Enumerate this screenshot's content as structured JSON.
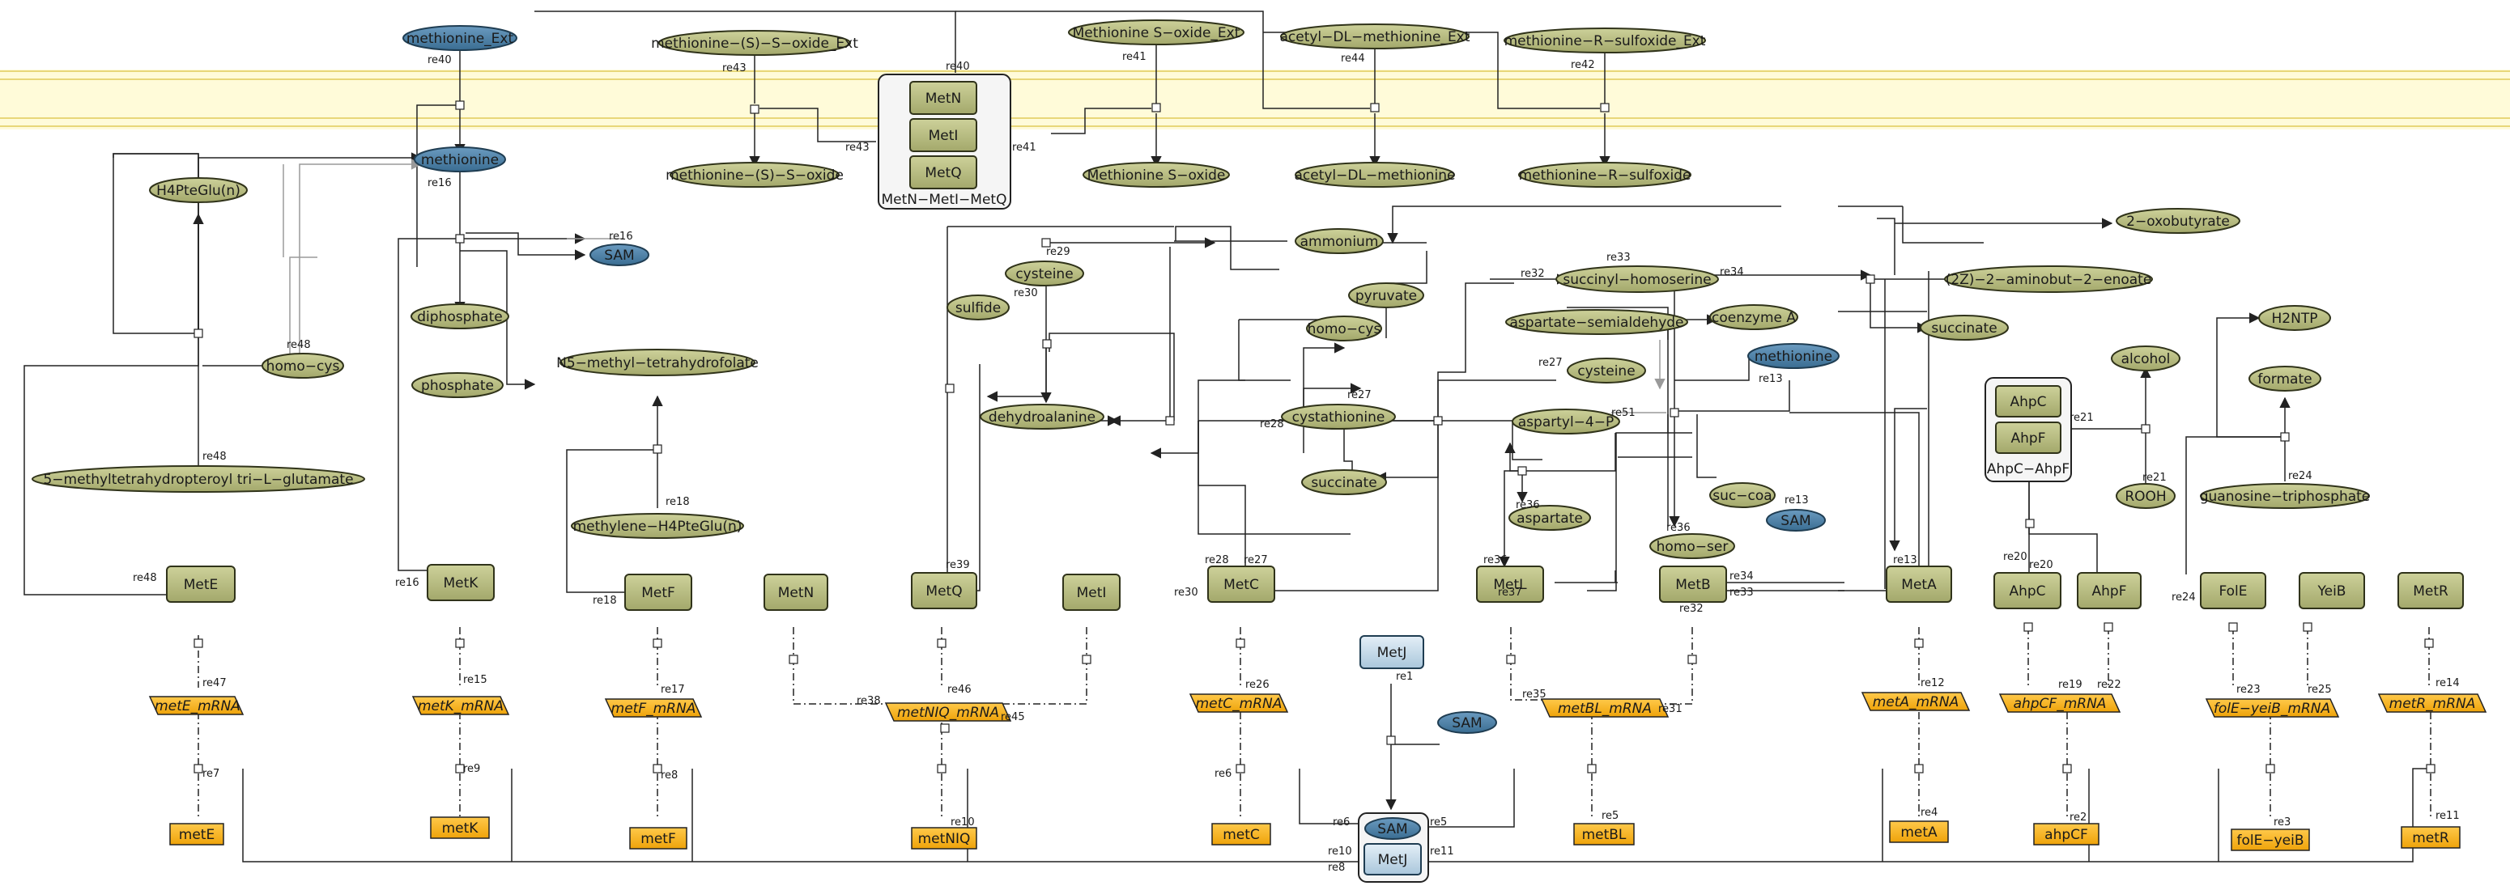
{
  "colors": {
    "olive_fill": "#b9bd82",
    "olive_stroke": "#30331a",
    "blue_fill": "#4a7ea3",
    "blue_stroke": "#1f3d52",
    "light_blue_fill": "#c6dbea",
    "mrna_fill": "#f5b21b",
    "gene_fill": "#f5b21b",
    "band_fill": "#fff8c6",
    "band_line": "#e8d779"
  },
  "species": {
    "methionine_ext": "methionine_Ext",
    "methionine_main": "methionine",
    "methionine_s_sulfoxide_ext": "methionine−(S)−S−oxide_Ext",
    "methionine_s_oxide_ext": "Methionine S−oxide_Ext",
    "acetyl_met_ext": "acetyl−DL−methionine_Ext",
    "met_r_sulfoxide_ext": "methionine−R−sulfoxide_Ext",
    "methionine_s_sulfoxide": "methionine−(S)−S−oxide",
    "methionine_s_oxide": "Methionine S−oxide",
    "acetyl_met": "acetyl−DL−methionine",
    "met_r_sulfoxide": "methionine−R−sulfoxide",
    "h4ptegluN": "H4PteGlu(n)",
    "sam_top": "SAM",
    "diphosphate": "diphosphate",
    "phosphate": "phosphate",
    "homo_cys_left": "homo−cys",
    "methyltetrahydro": "5−methyltetrahydropteroyl tri−L−glutamate",
    "n5_methyl": "N5−methyl−tetrahydrofolate",
    "methylene": "methylene−H4PteGlu(n)",
    "ammonium": "ammonium",
    "cysteine_top": "cysteine",
    "sulfide": "sulfide",
    "pyruvate": "pyruvate",
    "homo_cys_mid": "homo−cys",
    "dehydroalanine": "dehydroalanine",
    "cystathionine": "cystathionine",
    "succinate_mid": "succinate",
    "two_oxobutyrate": "2−oxobutyrate",
    "succinyl_homoserine": "succinyl−homoserine",
    "aminobut": "(2Z)−2−aminobut−2−enoate",
    "succinate_right": "succinate",
    "asp_semialdehyde": "aspartate−semialdehyde",
    "coenzyme_a": "coenzyme A",
    "methionine_right": "methionine",
    "cysteine_right": "cysteine",
    "aspartyl_4p": "aspartyl−4−P",
    "aspartate": "aspartate",
    "suc_coa": "suc−coa",
    "sam_right": "SAM",
    "homo_ser": "homo−ser",
    "alcohol": "alcohol",
    "rooh": "ROOH",
    "h2ntp": "H2NTP",
    "formate": "formate",
    "guanosine_tp": "guanosine−triphosphate",
    "sam_metj": "SAM",
    "sam_complex": "SAM"
  },
  "complexes": {
    "metnmetimetq": {
      "title": "MetN−MetI−MetQ",
      "members": [
        "MetN",
        "MetI",
        "MetQ"
      ]
    },
    "ahpc_ahpf": {
      "title": "AhpC−AhpF",
      "members": [
        "AhpC",
        "AhpF"
      ]
    },
    "sam_metj": {
      "member": "MetJ"
    }
  },
  "proteins": {
    "mete": "MetE",
    "metk": "MetK",
    "metf": "MetF",
    "metn": "MetN",
    "metq": "MetQ",
    "meti": "MetI",
    "metc": "MetC",
    "metj": "MetJ",
    "metl": "MetL",
    "metb": "MetB",
    "meta": "MetA",
    "ahpc": "AhpC",
    "ahpf": "AhpF",
    "fole": "FolE",
    "yeib": "YeiB",
    "metr": "MetR"
  },
  "mrnas": {
    "mete": "metE_mRNA",
    "metk": "metK_mRNA",
    "metf": "metF_mRNA",
    "metniq": "metNIQ_mRNA",
    "metc": "metC_mRNA",
    "metbl": "metBL_mRNA",
    "meta": "metA_mRNA",
    "ahpcf": "ahpCF_mRNA",
    "foleyeib": "folE−yeiB_mRNA",
    "metr": "metR_mRNA"
  },
  "genes": {
    "mete": "metE",
    "metk": "metK",
    "metf": "metF",
    "metniq": "metNIQ",
    "metc": "metC",
    "metbl": "metBL",
    "meta": "metA",
    "ahpcf": "ahpCF",
    "foleyeib": "folE−yeiB",
    "metr": "metR"
  },
  "reactions": {
    "re40": "re40",
    "re43": "re43",
    "re41": "re41",
    "re44": "re44",
    "re42": "re42",
    "re40b": "re40",
    "re43b": "re43",
    "re41b": "re41",
    "re16": "re16",
    "re16b": "re16",
    "re48": "re48",
    "re48b": "re48",
    "re18": "re18",
    "re18b": "re18",
    "re29": "re29",
    "re30": "re30",
    "re27": "re27",
    "re27b": "re27",
    "re28": "re28",
    "re28b": "re28",
    "re32": "re32",
    "re33": "re33",
    "re34": "re34",
    "re27c": "re27",
    "re51": "re51",
    "re36": "re36",
    "re36b": "re36",
    "re13": "re13",
    "re13b": "re13",
    "re13c": "re13",
    "re21": "re21",
    "re21b": "re21",
    "re24": "re24",
    "re24b": "re24",
    "re20": "re20",
    "re39": "re39",
    "re37": "re37",
    "re34b": "re34",
    "re33b": "re33",
    "re32b": "re32",
    "re47": "re47",
    "re15": "re15",
    "re17": "re17",
    "re46": "re46",
    "re38": "re38",
    "re45": "re45",
    "re26": "re26",
    "re35": "re35",
    "re31": "re31",
    "re12": "re12",
    "re19": "re19",
    "re22": "re22",
    "re23": "re23",
    "re25": "re25",
    "re14": "re14",
    "re1": "re1",
    "re7": "re7",
    "re9": "re9",
    "re8": "re8",
    "re10": "re10",
    "re6": "re6",
    "re5": "re5",
    "re5b": "re5",
    "re4": "re4",
    "re2": "re2",
    "re3": "re3",
    "re11": "re11",
    "re8b": "re8",
    "re10b": "re10",
    "re11b": "re11",
    "re30b": "re30",
    "re20b": "re20"
  }
}
